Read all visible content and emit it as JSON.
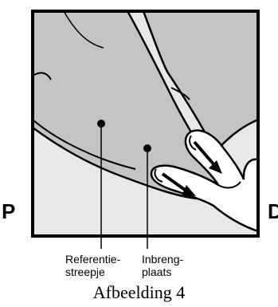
{
  "labels": {
    "left": "P",
    "right": "D"
  },
  "callouts": {
    "reference": [
      "Referentie-",
      "streepje"
    ],
    "insertion": [
      "Inbreng-",
      "plaats"
    ]
  },
  "caption": "Afbeelding 4",
  "colors": {
    "skin": "#c4c4c4",
    "background": "#e8e8e8",
    "outline": "#000000",
    "hand": "#ffffff"
  },
  "icons": {
    "arrow": "arrow-down-right-icon",
    "dot": "marker-dot-icon"
  }
}
